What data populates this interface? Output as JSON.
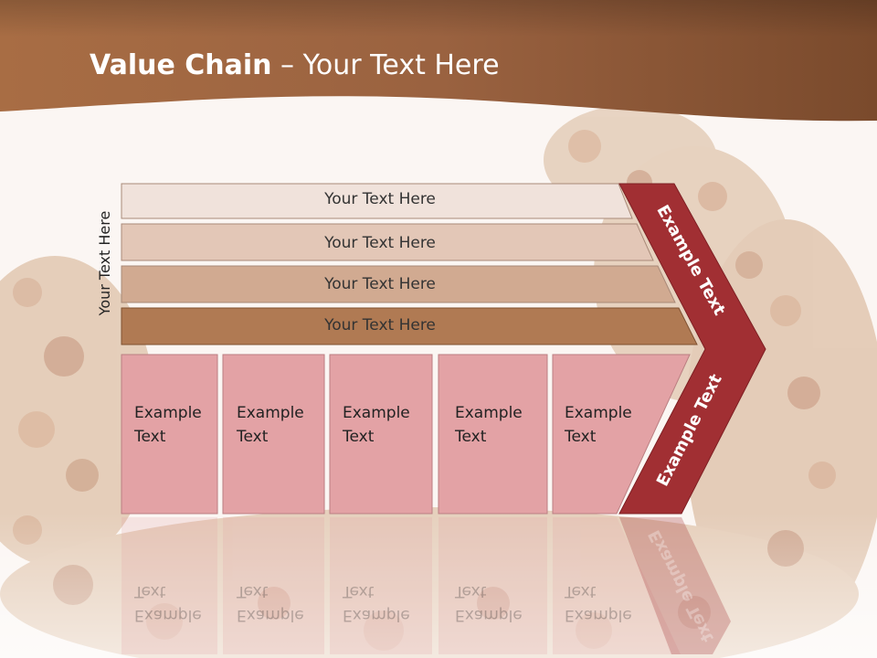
{
  "slide": {
    "title_bold": "Value Chain",
    "title_rest": " – Your Text Here",
    "side_label": "Your Text Here"
  },
  "bars": [
    {
      "label": "Your Text Here"
    },
    {
      "label": "Your Text Here"
    },
    {
      "label": "Your Text Here"
    },
    {
      "label": "Your Text Here"
    }
  ],
  "boxes": [
    {
      "line1": "Example",
      "line2": "Text"
    },
    {
      "line1": "Example",
      "line2": "Text"
    },
    {
      "line1": "Example",
      "line2": "Text"
    },
    {
      "line1": "Example",
      "line2": "Text"
    },
    {
      "line1": "Example",
      "line2": "Text"
    }
  ],
  "chevron": {
    "upper_label": "Example Text",
    "lower_label": "Example Text"
  },
  "colors": {
    "header_brown": "#8f5a36",
    "bar_1": "#f0e2db",
    "bar_2": "#e3c7b7",
    "bar_3": "#d1aa91",
    "bar_4": "#b07a53",
    "box_pink": "#e3a2a5",
    "chevron_red": "#a12f33"
  }
}
